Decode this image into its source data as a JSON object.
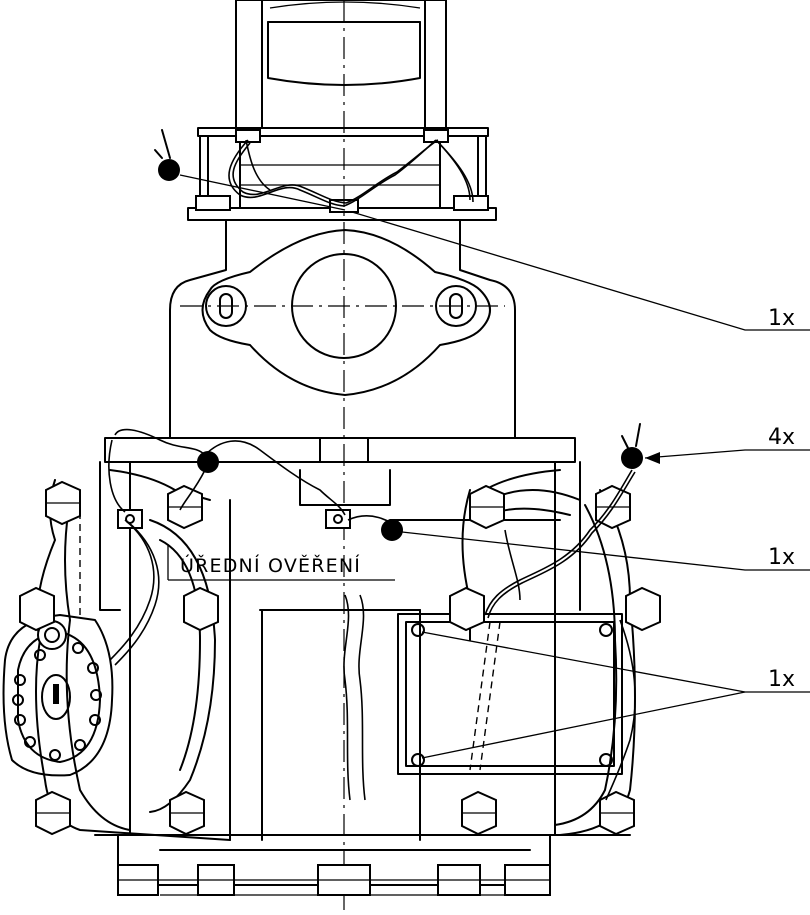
{
  "drawing": {
    "inscription": "ÚŘEDNÍ OVĚŘENÍ",
    "callouts": [
      {
        "id": "top",
        "label": "1x"
      },
      {
        "id": "right",
        "label": "4x"
      },
      {
        "id": "middle",
        "label": "1x"
      },
      {
        "id": "plate",
        "label": "1x"
      }
    ],
    "colors": {
      "line": "#000000",
      "background": "#ffffff"
    }
  }
}
